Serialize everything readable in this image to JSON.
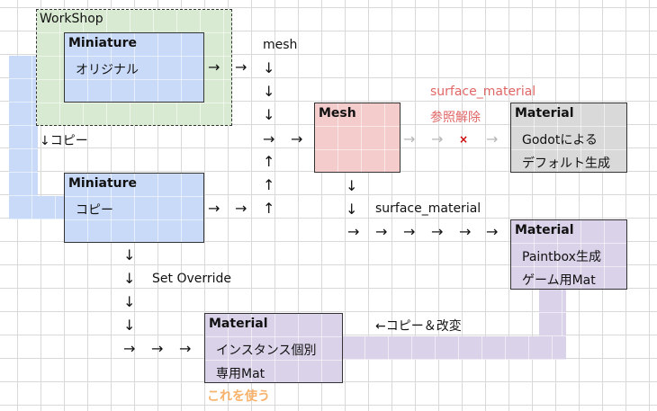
{
  "workshop": {
    "label": "WorkShop"
  },
  "mini_original": {
    "title": "Miniature",
    "line1": "オリジナル"
  },
  "mini_copy": {
    "title": "Miniature",
    "line1": "コピー"
  },
  "mesh": {
    "title": "Mesh"
  },
  "material_default": {
    "title": "Material",
    "line1": "Godotによる",
    "line2": "デフォルト生成"
  },
  "material_paintbox": {
    "title": "Material",
    "line1": "Paintbox生成",
    "line2": "ゲーム用Mat"
  },
  "material_instance": {
    "title": "Material",
    "line1": "インスタンス個別",
    "line2": "専用Mat"
  },
  "labels": {
    "mesh": "mesh",
    "copy": "↓コピー",
    "surface_material_removed_1": "surface_material",
    "surface_material_removed_2": "参照解除",
    "surface_material": "surface_material",
    "set_override": "Set Override",
    "copy_modify": "←コピー＆改変",
    "use_this": "これを使う",
    "x_mark": "×"
  },
  "arrows": {
    "right": "→",
    "down": "↓",
    "up": "↑"
  },
  "colors": {
    "blue": "#c9daf8",
    "red": "#f4cccc",
    "gray": "#d9d9d9",
    "purple": "#d9d2e9",
    "green": "#d9ead3",
    "orange": "#f6b26b",
    "salmon": "#e06666"
  }
}
